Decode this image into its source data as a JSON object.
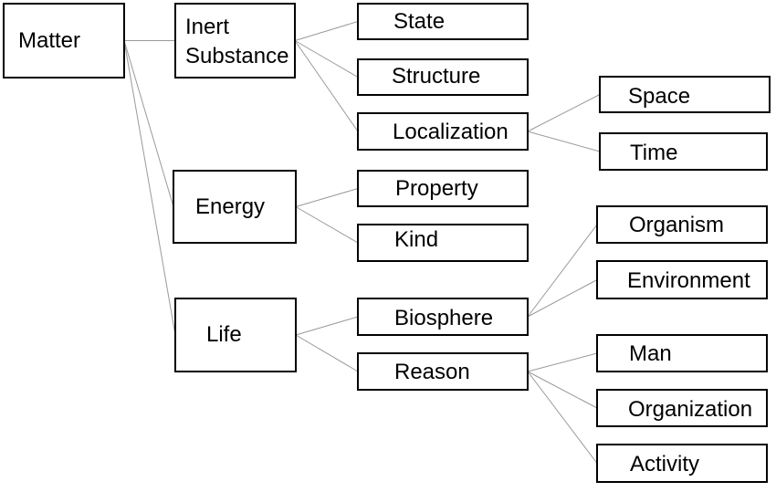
{
  "diagram": {
    "nodes": [
      {
        "id": "matter",
        "lines": [
          "Matter"
        ]
      },
      {
        "id": "inert",
        "lines": [
          "Inert",
          "Substance"
        ]
      },
      {
        "id": "energy",
        "lines": [
          "Energy"
        ]
      },
      {
        "id": "life",
        "lines": [
          "Life"
        ]
      },
      {
        "id": "state",
        "lines": [
          "State"
        ]
      },
      {
        "id": "structure",
        "lines": [
          "Structure"
        ]
      },
      {
        "id": "localization",
        "lines": [
          "Localization"
        ]
      },
      {
        "id": "property",
        "lines": [
          "Property"
        ]
      },
      {
        "id": "kind",
        "lines": [
          "Kind"
        ]
      },
      {
        "id": "biosphere",
        "lines": [
          "Biosphere"
        ]
      },
      {
        "id": "reason",
        "lines": [
          "Reason"
        ]
      },
      {
        "id": "space",
        "lines": [
          "Space"
        ]
      },
      {
        "id": "time",
        "lines": [
          "Time"
        ]
      },
      {
        "id": "organism",
        "lines": [
          "Organism"
        ]
      },
      {
        "id": "environment",
        "lines": [
          "Environment"
        ]
      },
      {
        "id": "man",
        "lines": [
          "Man"
        ]
      },
      {
        "id": "organization",
        "lines": [
          "Organization"
        ]
      },
      {
        "id": "activity",
        "lines": [
          "Activity"
        ]
      }
    ],
    "edges": [
      {
        "from": "matter",
        "to": "inert"
      },
      {
        "from": "matter",
        "to": "energy"
      },
      {
        "from": "matter",
        "to": "life"
      },
      {
        "from": "inert",
        "to": "state"
      },
      {
        "from": "inert",
        "to": "structure"
      },
      {
        "from": "inert",
        "to": "localization"
      },
      {
        "from": "localization",
        "to": "space"
      },
      {
        "from": "localization",
        "to": "time"
      },
      {
        "from": "energy",
        "to": "property"
      },
      {
        "from": "energy",
        "to": "kind"
      },
      {
        "from": "life",
        "to": "biosphere"
      },
      {
        "from": "life",
        "to": "reason"
      },
      {
        "from": "biosphere",
        "to": "organism"
      },
      {
        "from": "biosphere",
        "to": "environment"
      },
      {
        "from": "reason",
        "to": "man"
      },
      {
        "from": "reason",
        "to": "organization"
      },
      {
        "from": "reason",
        "to": "activity"
      }
    ]
  }
}
